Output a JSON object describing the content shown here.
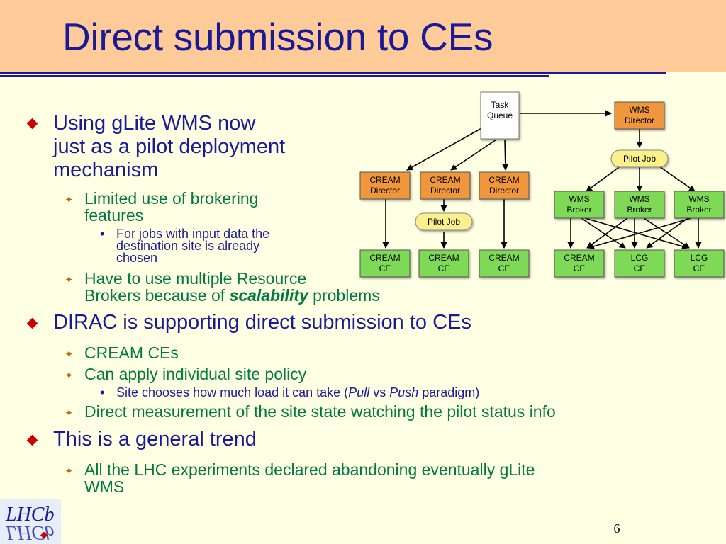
{
  "slide": {
    "title": "Direct submission to CEs",
    "page_number": "6",
    "colors": {
      "title": "#1A1A99",
      "header_bg": "#FFCC99",
      "body_bg": "#FFFFE3",
      "level2_text": "#007A3D",
      "level1_marker": "#CC0000"
    }
  },
  "bullets": [
    {
      "text": [
        "Using gLite WMS now",
        "just as a pilot deployment",
        "mechanism"
      ],
      "children": [
        {
          "text": [
            "Limited use of brokering",
            "features"
          ],
          "children": [
            {
              "text": [
                "For jobs with input data the",
                "destination site is already",
                "chosen"
              ]
            }
          ]
        },
        {
          "line1": "Have to use multiple Resource",
          "line2_pre": "Brokers because of ",
          "line2_emph": "scalability",
          "line2_post": " problems"
        }
      ]
    },
    {
      "text": [
        "DIRAC is supporting direct submission to CEs"
      ],
      "children": [
        {
          "text": [
            "CREAM CEs"
          ]
        },
        {
          "text": [
            "Can apply individual site policy"
          ],
          "children": [
            {
              "pre": "Site chooses how much load it can take (",
              "em1": "Pull",
              "mid": " vs ",
              "em2": "Push",
              "post": " paradigm)"
            }
          ]
        },
        {
          "text": [
            "Direct measurement of the site state watching the pilot status info"
          ]
        }
      ]
    },
    {
      "text": [
        "This is a general trend"
      ],
      "children": [
        {
          "text": [
            "All the LHC experiments declared abandoning eventually gLite",
            "WMS"
          ]
        }
      ]
    }
  ],
  "diagram": {
    "task_queue": [
      "Task",
      "Queue"
    ],
    "wms_director": [
      "WMS",
      "Director"
    ],
    "pilot_job": "Pilot Job",
    "cream_director": [
      "CREAM",
      "Director"
    ],
    "wms_broker": [
      "WMS",
      "Broker"
    ],
    "cream_ce": [
      "CREAM",
      "CE"
    ],
    "lcg_ce": [
      "LCG",
      "CE"
    ],
    "colors": {
      "director": "#F0963C",
      "broker_ce": "#7ED957",
      "pilot": "#FAF08C",
      "queue": "#FFFFFF"
    }
  },
  "logo": {
    "text": "LHCb",
    "icon": "lhcb-logo"
  }
}
